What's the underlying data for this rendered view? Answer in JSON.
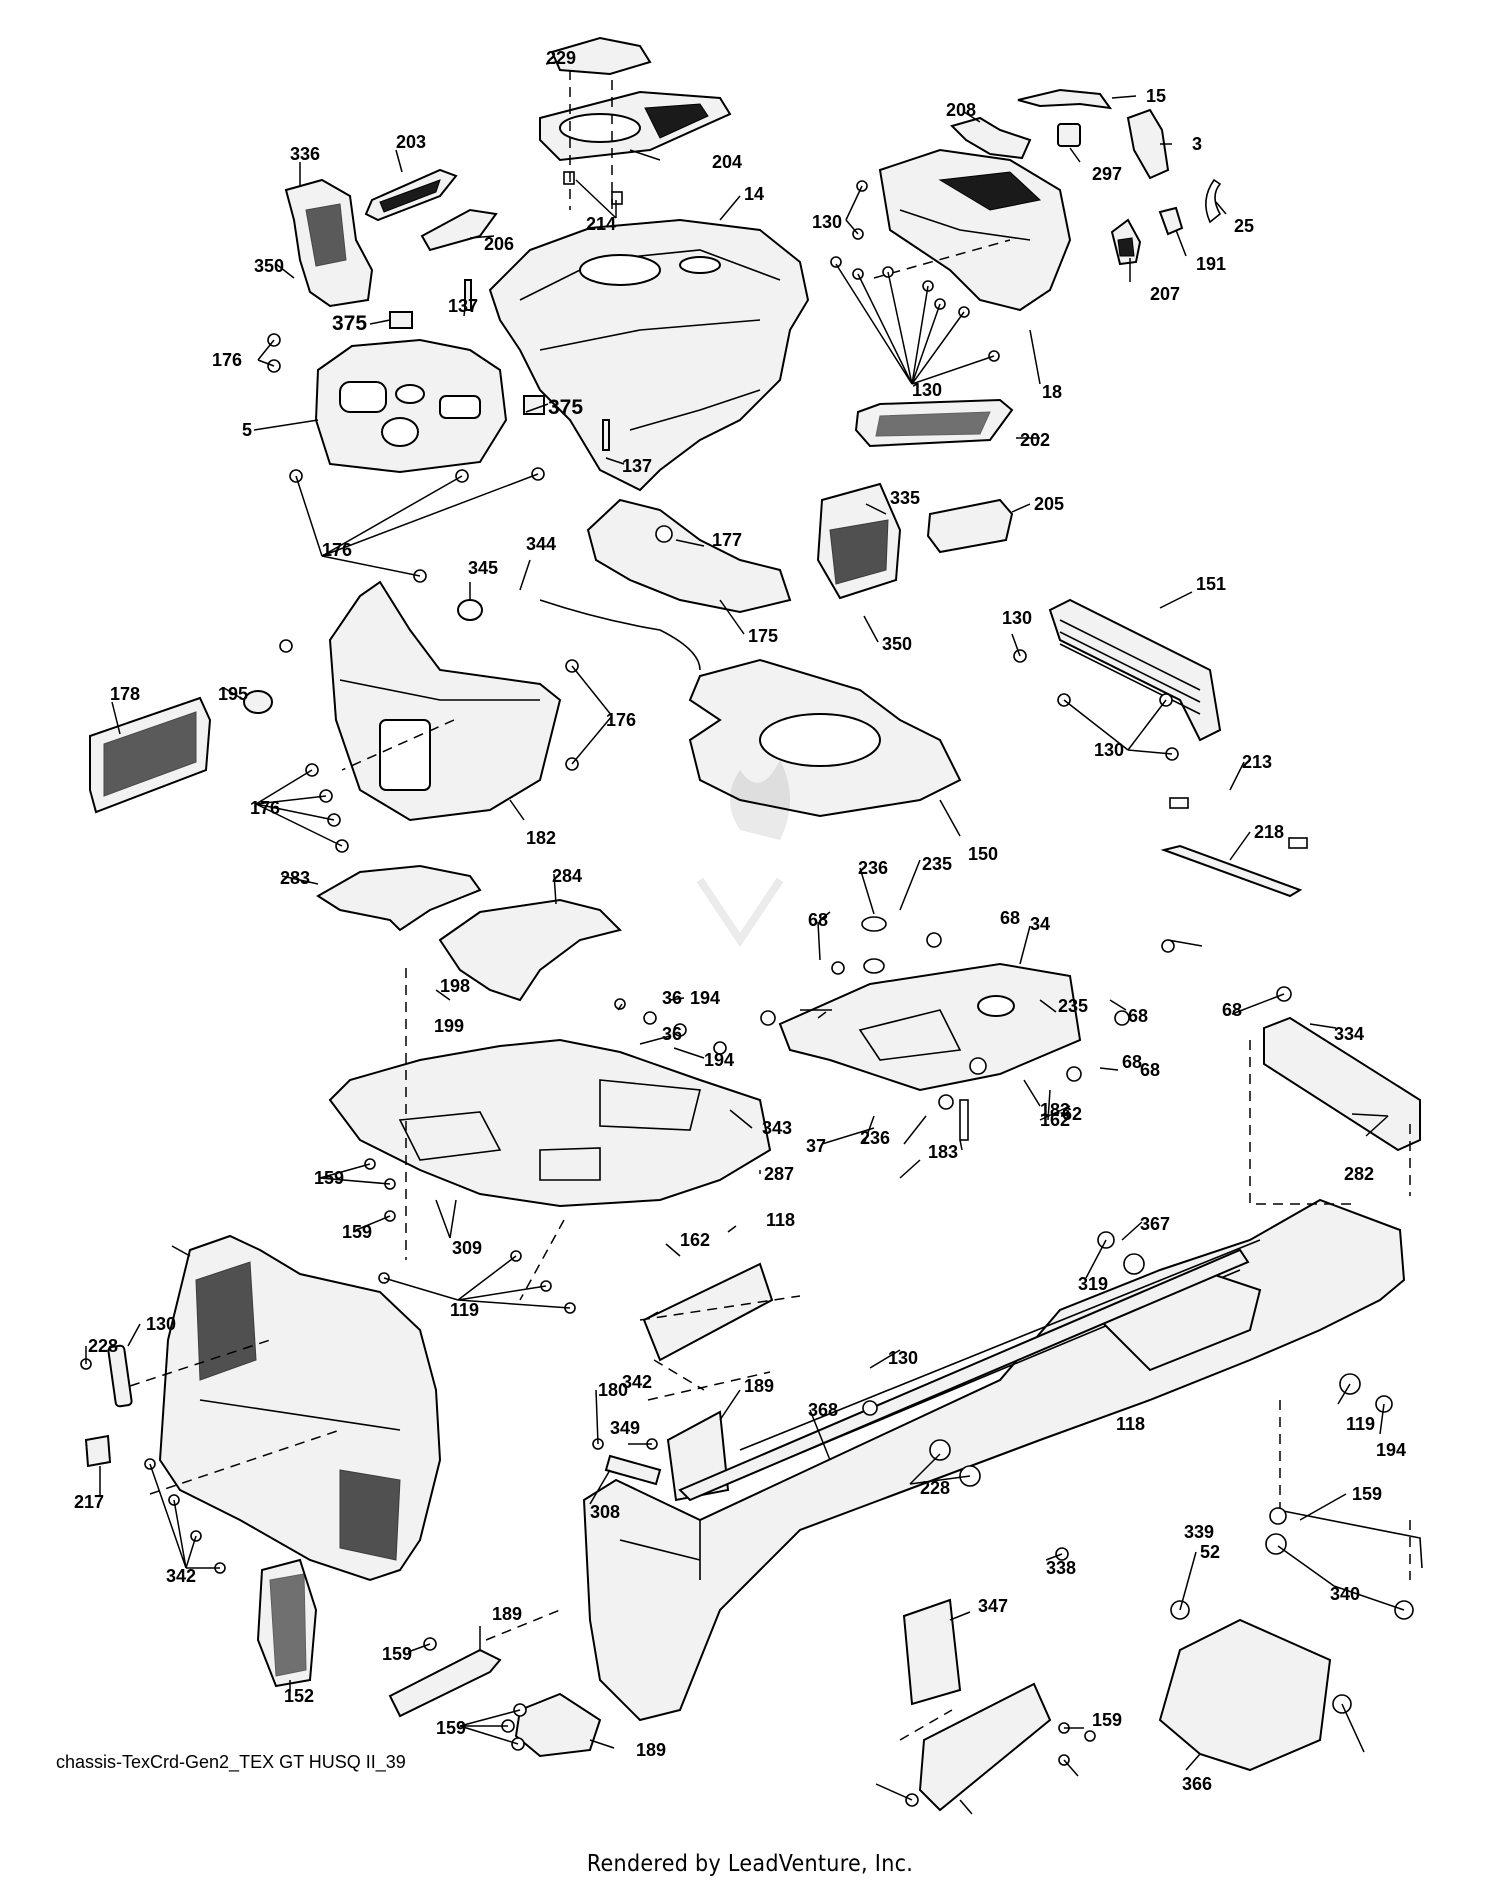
{
  "diagram_id": "chassis-TexCrd-Gen2_TEX GT HUSQ II_39",
  "render_credit": "Rendered by LeadVenture, Inc.",
  "callouts": [
    {
      "label": "229"
    },
    {
      "label": "204"
    },
    {
      "label": "15"
    },
    {
      "label": "208"
    },
    {
      "label": "3"
    },
    {
      "label": "297"
    },
    {
      "label": "336"
    },
    {
      "label": "203"
    },
    {
      "label": "14"
    },
    {
      "label": "214"
    },
    {
      "label": "130"
    },
    {
      "label": "25"
    },
    {
      "label": "191"
    },
    {
      "label": "206"
    },
    {
      "label": "207"
    },
    {
      "label": "350"
    },
    {
      "label": "137"
    },
    {
      "label": "375"
    },
    {
      "label": "176"
    },
    {
      "label": "130"
    },
    {
      "label": "18"
    },
    {
      "label": "5"
    },
    {
      "label": "375"
    },
    {
      "label": "137"
    },
    {
      "label": "202"
    },
    {
      "label": "335"
    },
    {
      "label": "205"
    },
    {
      "label": "344"
    },
    {
      "label": "177"
    },
    {
      "label": "176"
    },
    {
      "label": "345"
    },
    {
      "label": "151"
    },
    {
      "label": "130"
    },
    {
      "label": "175"
    },
    {
      "label": "350"
    },
    {
      "label": "178"
    },
    {
      "label": "195"
    },
    {
      "label": "176"
    },
    {
      "label": "130"
    },
    {
      "label": "176"
    },
    {
      "label": "213"
    },
    {
      "label": "182"
    },
    {
      "label": "150"
    },
    {
      "label": "218"
    },
    {
      "label": "236"
    },
    {
      "label": "235"
    },
    {
      "label": "283"
    },
    {
      "label": "284"
    },
    {
      "label": "68"
    },
    {
      "label": "34"
    },
    {
      "label": "68"
    },
    {
      "label": "235"
    },
    {
      "label": "68"
    },
    {
      "label": "198"
    },
    {
      "label": "36"
    },
    {
      "label": "194"
    },
    {
      "label": "68"
    },
    {
      "label": "199"
    },
    {
      "label": "36"
    },
    {
      "label": "194"
    },
    {
      "label": "334"
    },
    {
      "label": "68"
    },
    {
      "label": "183"
    },
    {
      "label": "236"
    },
    {
      "label": "343"
    },
    {
      "label": "68"
    },
    {
      "label": "37"
    },
    {
      "label": "183"
    },
    {
      "label": "62"
    },
    {
      "label": "162"
    },
    {
      "label": "287"
    },
    {
      "label": "282"
    },
    {
      "label": "159"
    },
    {
      "label": "159"
    },
    {
      "label": "118"
    },
    {
      "label": "309"
    },
    {
      "label": "162"
    },
    {
      "label": "367"
    },
    {
      "label": "119"
    },
    {
      "label": "319"
    },
    {
      "label": "130"
    },
    {
      "label": "228"
    },
    {
      "label": "130"
    },
    {
      "label": "342"
    },
    {
      "label": "180"
    },
    {
      "label": "189"
    },
    {
      "label": "118"
    },
    {
      "label": "119"
    },
    {
      "label": "368"
    },
    {
      "label": "349"
    },
    {
      "label": "194"
    },
    {
      "label": "217"
    },
    {
      "label": "308"
    },
    {
      "label": "228"
    },
    {
      "label": "159"
    },
    {
      "label": "52"
    },
    {
      "label": "339"
    },
    {
      "label": "342"
    },
    {
      "label": "338"
    },
    {
      "label": "340"
    },
    {
      "label": "189"
    },
    {
      "label": "347"
    },
    {
      "label": "159"
    },
    {
      "label": "152"
    },
    {
      "label": "159"
    },
    {
      "label": "189"
    },
    {
      "label": "159"
    },
    {
      "label": "366"
    }
  ]
}
